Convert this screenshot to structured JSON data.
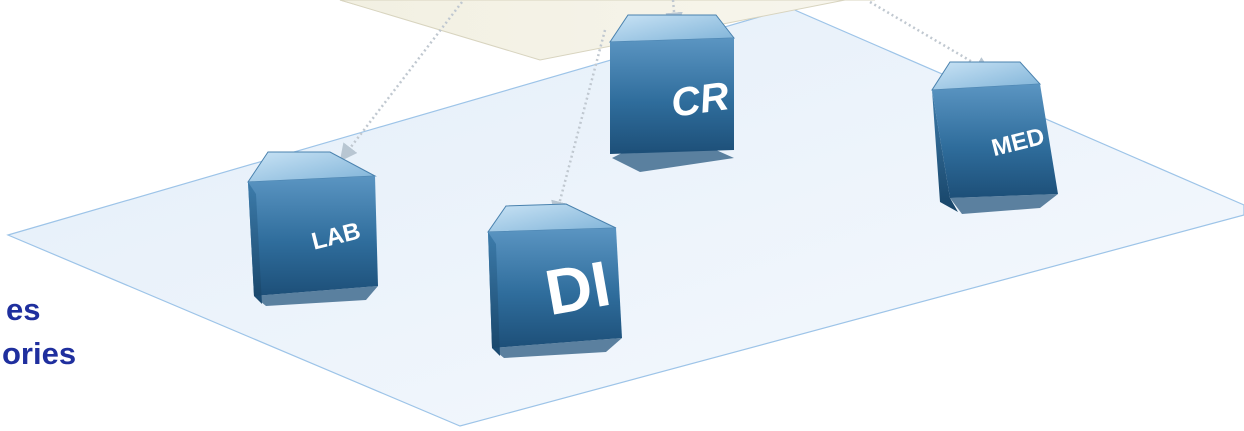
{
  "side_text": {
    "line1": "es",
    "line2": "ories"
  },
  "nodes": {
    "lab": "LAB",
    "di": "DI",
    "cr": "CR",
    "med": "MED"
  },
  "colors": {
    "plane_fill": "#eef4fb",
    "plane_stroke": "#9dc4e8",
    "top_plane_fill": "#f3f1e6",
    "cube_dark": "#1e5a86",
    "cube_mid": "#3f7fad",
    "cube_light": "#7fb3d8",
    "text_blue": "#1f2f9e"
  }
}
